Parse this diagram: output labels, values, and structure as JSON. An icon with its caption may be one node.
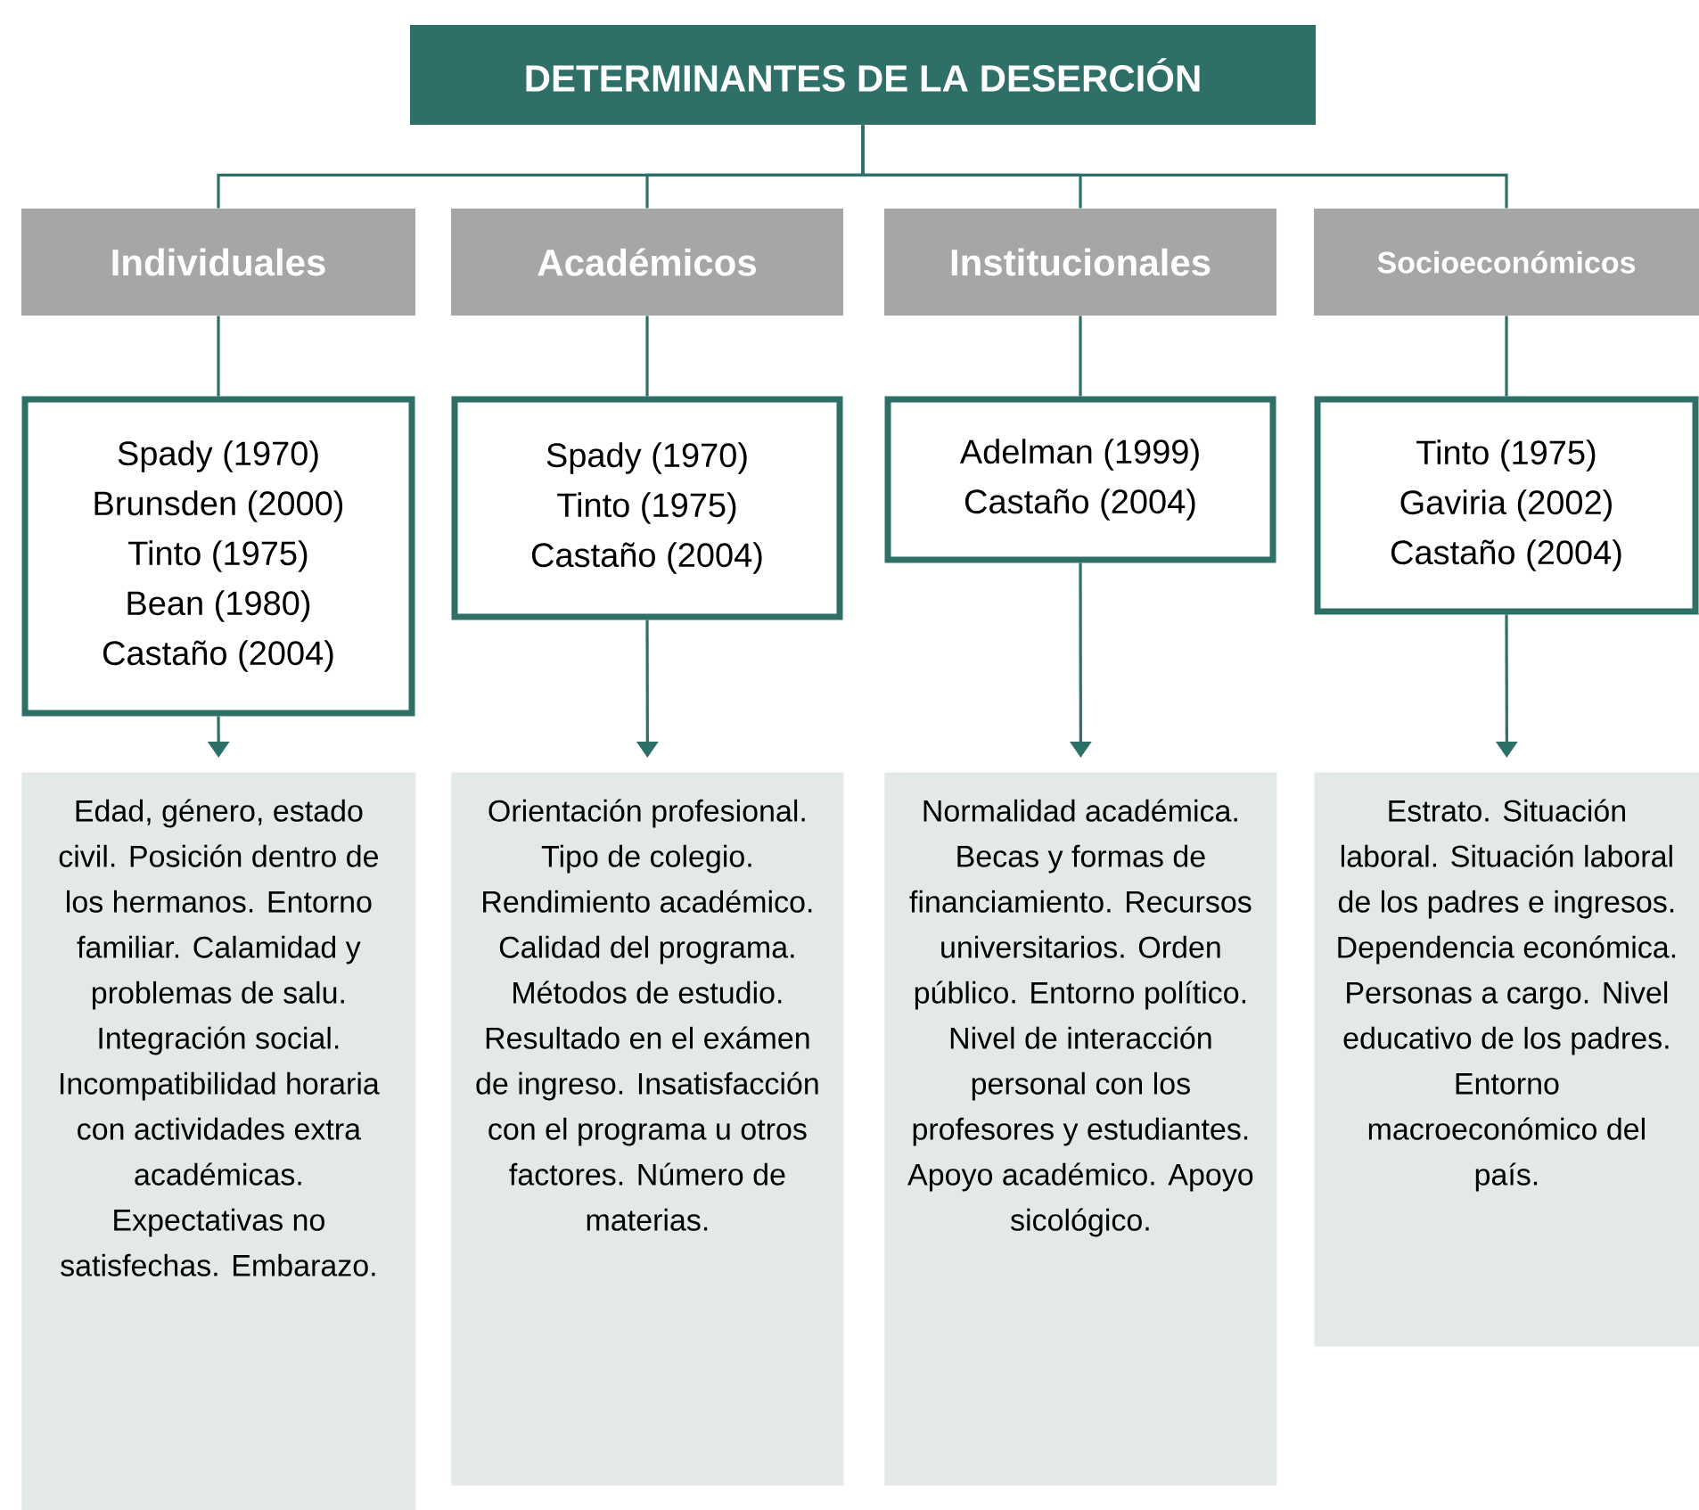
{
  "diagram": {
    "nodes": [
      {
        "text": [
          "DETERMINANTES DE LA DESERCIÓN"
        ]
      },
      {
        "text": [
          "Individuales"
        ]
      },
      {
        "text": [
          "Académicos"
        ]
      },
      {
        "text": [
          "Institucionales"
        ]
      },
      {
        "text": [
          "Socioeconómicos"
        ]
      },
      {
        "text": [
          "Spady (1970)",
          "Brunsden (2000)",
          "Tinto (1975)",
          "Bean (1980)",
          "Castaño (2004)"
        ]
      },
      {
        "text": [
          "Spady (1970)",
          "Tinto (1975)",
          "Castaño (2004)"
        ]
      },
      {
        "text": [
          "Adelman (1999)",
          "Castaño (2004)"
        ]
      },
      {
        "text": [
          "Tinto (1975)",
          "Gaviria (2002)",
          "Castaño (2004)"
        ]
      },
      {
        "text": [
          "Edad, género, estado civil. Posición dentro de los hermanos. Entorno familiar. Calamidad y problemas de salu. Integración social. Incompatibilidad horaria con actividades extra académicas. Expectativas no satisfechas. Embarazo."
        ]
      },
      {
        "text": [
          "Orientación profesional. Tipo de colegio. Rendimiento académico. Calidad del programa. Métodos de estudio. Resultado en el exámen de ingreso. Insatisfacción con el programa u otros factores. Número de materias."
        ]
      },
      {
        "text": [
          "Normalidad académica. Becas y formas de financiamiento. Recursos universitarios. Orden público. Entorno político. Nivel de interacción personal con los profesores y estudiantes. Apoyo académico. Apoyo sicológico."
        ]
      },
      {
        "text": [
          "Estrato. Situación laboral. Situación laboral de los padres e ingresos. Dependencia económica. Personas a cargo. Nivel educativo de los padres. Entorno macroeconómico del país."
        ]
      }
    ],
    "edges": [
      {
        "from": 0,
        "to": 1,
        "arrow": "none"
      },
      {
        "from": 0,
        "to": 2,
        "arrow": "none"
      },
      {
        "from": 0,
        "to": 3,
        "arrow": "none"
      },
      {
        "from": 0,
        "to": 4,
        "arrow": "none"
      },
      {
        "from": 1,
        "to": 5,
        "arrow": "none"
      },
      {
        "from": 2,
        "to": 6,
        "arrow": "none"
      },
      {
        "from": 3,
        "to": 7,
        "arrow": "none"
      },
      {
        "from": 4,
        "to": 8,
        "arrow": "none"
      },
      {
        "from": 5,
        "to": 9,
        "arrow": "to"
      },
      {
        "from": 6,
        "to": 10,
        "arrow": "to"
      },
      {
        "from": 7,
        "to": 11,
        "arrow": "to"
      },
      {
        "from": 8,
        "to": 12,
        "arrow": "to"
      }
    ]
  }
}
